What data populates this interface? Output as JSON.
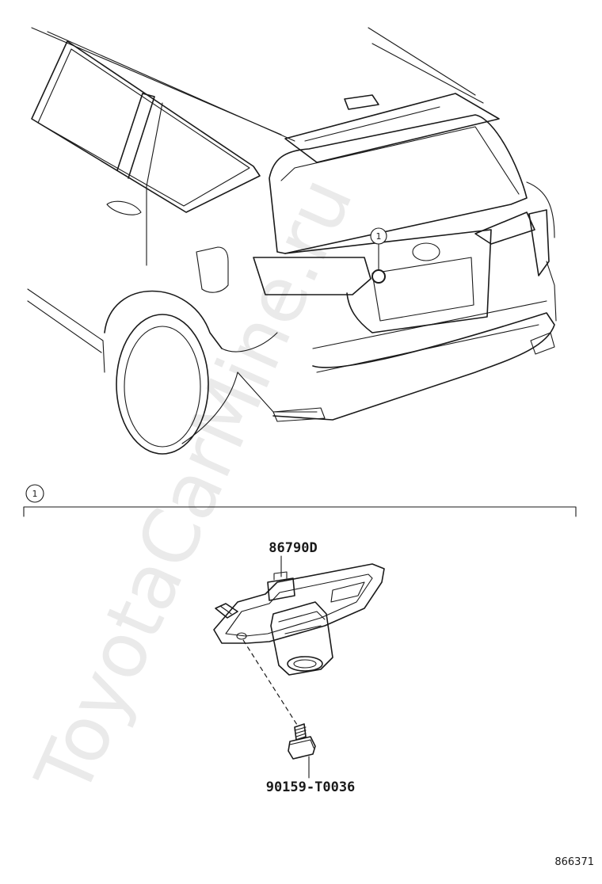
{
  "diagram": {
    "callout_number": "1",
    "parts": [
      {
        "part_number": "86790D"
      },
      {
        "part_number": "90159-T0036"
      }
    ],
    "diagram_id": "866371",
    "watermark": "ToyotaCarMine.ru"
  }
}
